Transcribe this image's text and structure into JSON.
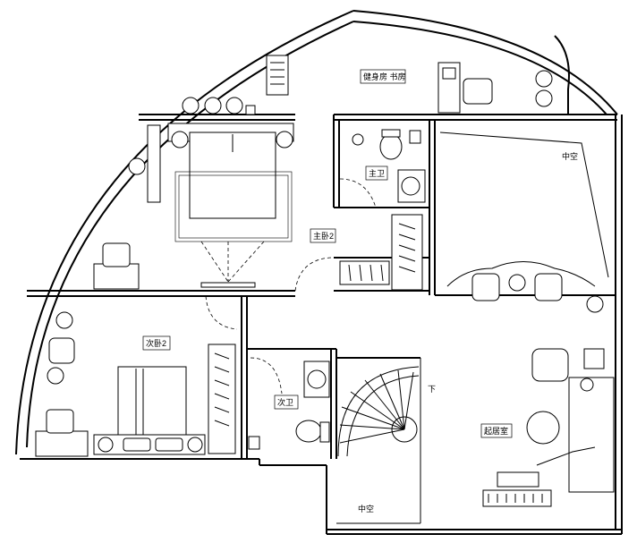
{
  "rooms": {
    "study": "健身房 书房",
    "master_bath": "主卫",
    "master_bedroom": "主卧2",
    "second_bedroom": "次卧2",
    "second_bath": "次卫",
    "living_room": "起居室"
  },
  "annotations": {
    "void_upper": "中空",
    "void_lower": "中空",
    "stair_down": "下"
  }
}
